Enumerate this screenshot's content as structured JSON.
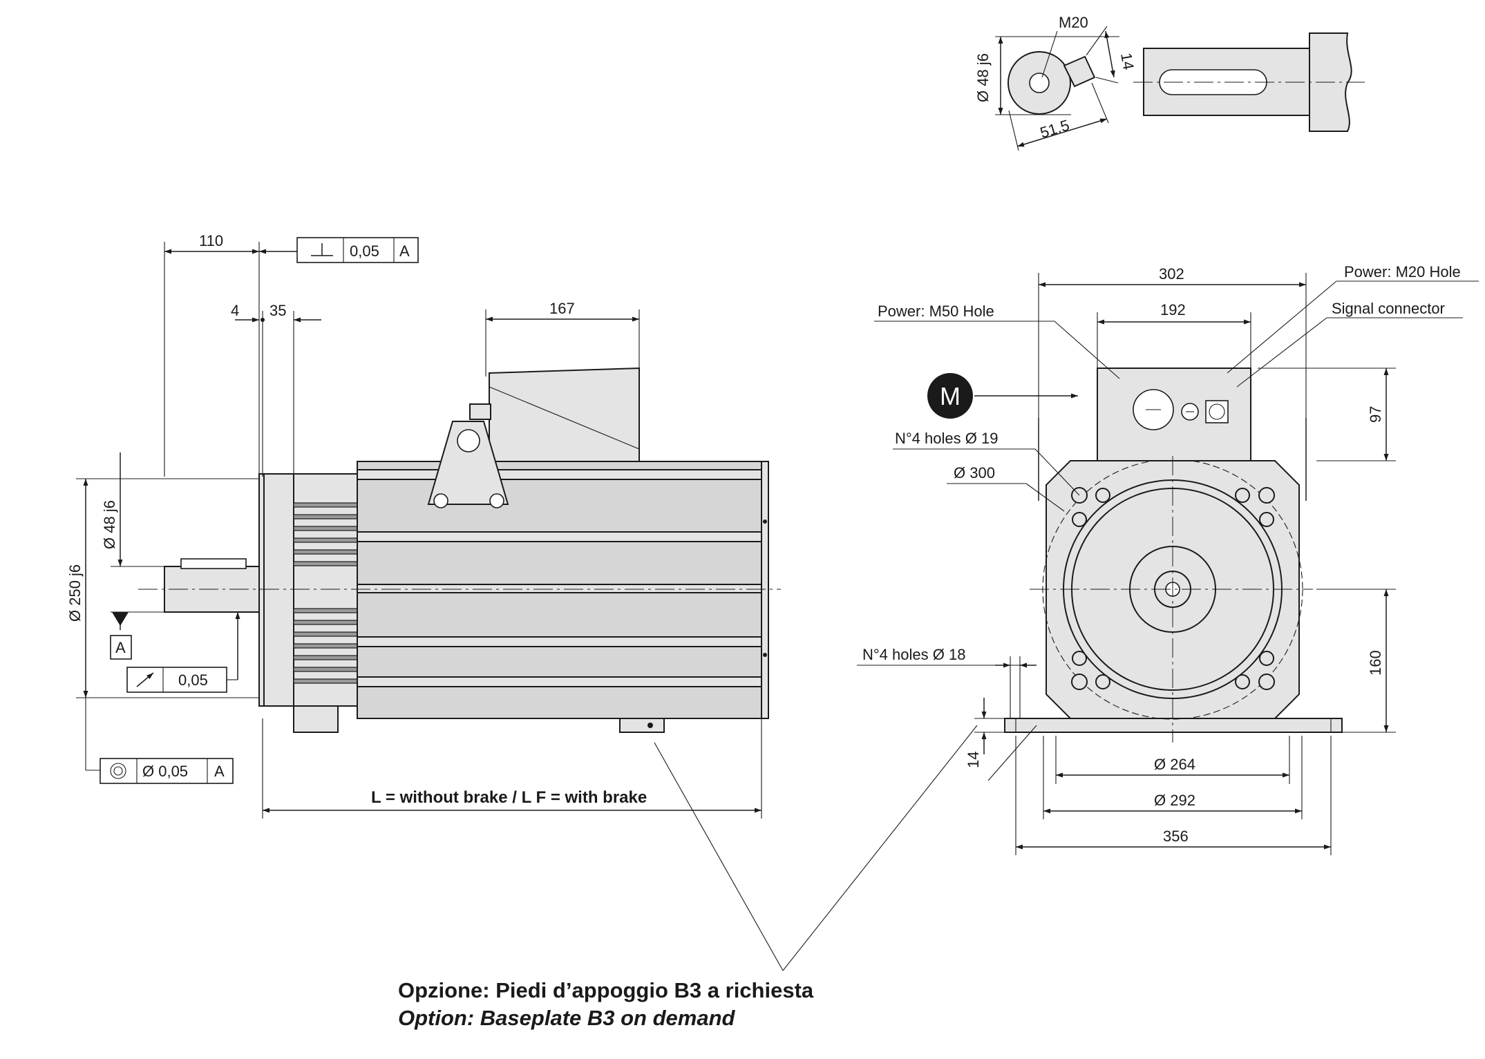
{
  "dimensions": {
    "shaft_length": "110",
    "flange_gap": "4",
    "flange_width": "35",
    "terminal_box_length": "167",
    "shaft_diameter": "Ø 48 j6",
    "pilot_diameter": "Ø 250 j6",
    "overall_width": "302",
    "box_width": "192",
    "box_height": "97",
    "shaft_height": "160",
    "foot_thickness": "14",
    "diam_264": "Ø 264",
    "diam_292": "Ø 292",
    "base_width": "356",
    "thread": "M20",
    "key_depth": "14",
    "key_distance": "51.5",
    "hole_circle": "Ø 300"
  },
  "tolerances": {
    "perpendicularity_value": "0,05",
    "perpendicularity_datum": "A",
    "runout_value": "0,05",
    "concentricity_value": "Ø 0,05",
    "concentricity_datum": "A",
    "datum_label": "A"
  },
  "labels": {
    "power_m50": "Power: M50 Hole",
    "power_m20": "Power: M20 Hole",
    "signal_connector": "Signal connector",
    "holes_19": "N°4 holes Ø 19",
    "holes_18": "N°4 holes Ø 18",
    "marker": "M",
    "length_note": "L = without brake / L F = with brake"
  },
  "caption": {
    "italian": "Opzione: Piedi d’appoggio B3 a richiesta",
    "english": "Option: Baseplate B3 on demand"
  }
}
